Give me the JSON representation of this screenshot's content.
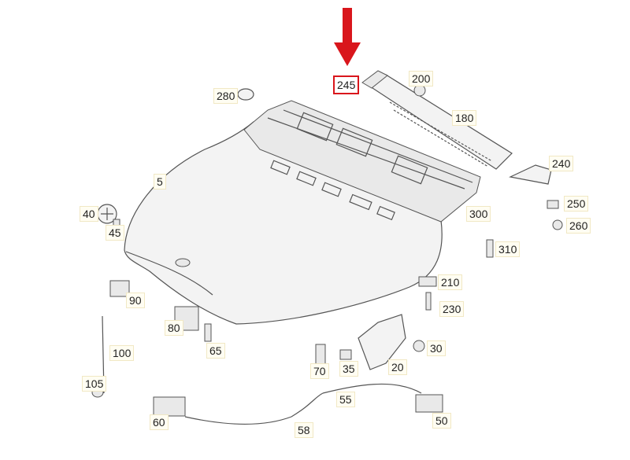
{
  "highlight": {
    "part_number": "245",
    "color": "#d9161c"
  },
  "labels": {
    "p5": "5",
    "p20": "20",
    "p30": "30",
    "p35": "35",
    "p40": "40",
    "p45": "45",
    "p50": "50",
    "p55": "55",
    "p58": "58",
    "p60": "60",
    "p65": "65",
    "p70": "70",
    "p80": "80",
    "p90": "90",
    "p100": "100",
    "p105": "105",
    "p180": "180",
    "p200": "200",
    "p210": "210",
    "p230": "230",
    "p240": "240",
    "p245": "245",
    "p250": "250",
    "p260": "260",
    "p280": "280",
    "p300": "300",
    "p310": "310"
  },
  "icons": [
    "down-arrow-icon"
  ]
}
